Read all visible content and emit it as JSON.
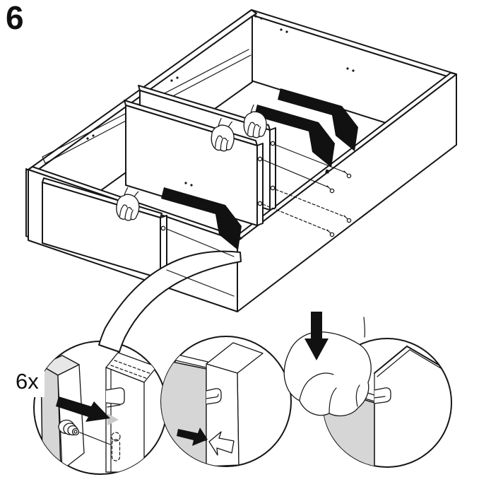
{
  "step": {
    "number": "6"
  },
  "hardware": {
    "quantity_label": "6x"
  },
  "colors": {
    "line": "#161616",
    "arrow": "#111111",
    "shaded_panel": "#d6d6d6",
    "shaded_panel_light": "#e7e7e7",
    "background": "#ffffff"
  },
  "icons": {
    "insert-arrow-upper": "bent filled black arrow pointing down-right",
    "insert-arrow-lower": "bent filled black arrow pointing down-right",
    "insert-arrow-left": "bent filled black arrow pointing down-right",
    "press-down-arrow": "straight filled black arrow pointing down",
    "fasten-stud-arrow": "filled black arrow pointing right at keyhole",
    "engage-arrow-filled": "filled black arrow pointing right",
    "engage-arrow-outline": "outlined white arrow pointing left",
    "magnifier-ribbon": "curved callout band from frame to detail circle"
  }
}
